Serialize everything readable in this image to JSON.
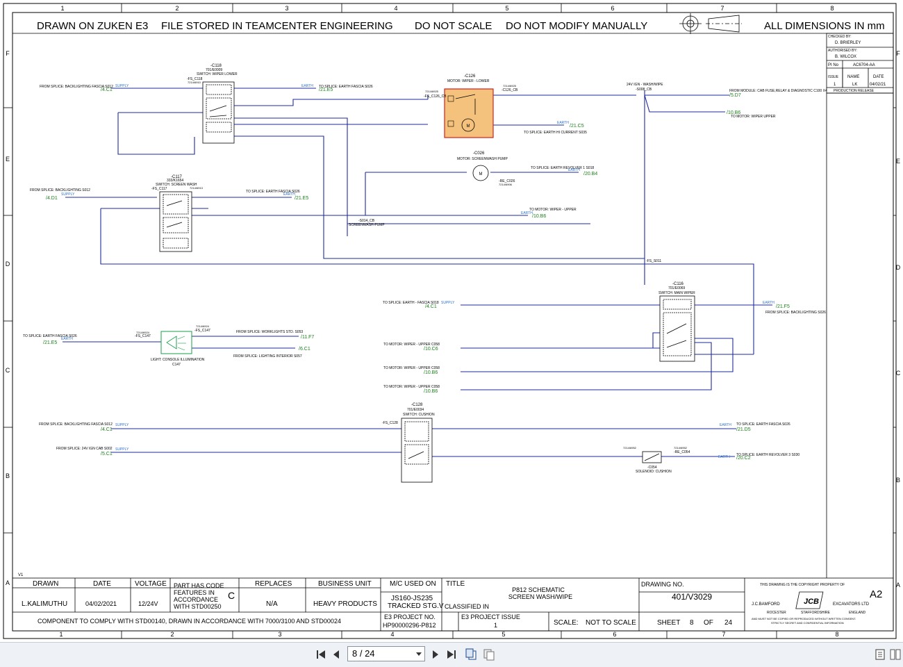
{
  "header": {
    "drawn_on": "DRAWN ON ZUKEN E3",
    "file_stored": "FILE STORED IN TEAMCENTER ENGINEERING",
    "do_not_scale": "DO NOT SCALE",
    "do_not_modify": "DO NOT MODIFY MANUALLY",
    "dimensions": "ALL DIMENSIONS IN mm"
  },
  "grid": {
    "cols": [
      "1",
      "2",
      "3",
      "4",
      "5",
      "6",
      "7",
      "8"
    ],
    "rows": [
      "F",
      "E",
      "D",
      "C",
      "B",
      "A"
    ]
  },
  "revision_box": {
    "checked_by_label": "CHECKED BY:",
    "checked_by": "D. BRIERLEY",
    "authorised_by_label": "AUTHORISED BY:",
    "authorised_by": "B. WILCOX",
    "pi_no_label": "PI No",
    "pi_no": "AC6704-AA",
    "issue_label": "ISSUE",
    "name_label": "NAME",
    "date_label": "DATE",
    "issue": "1",
    "name": "LK",
    "date": "04/02/21",
    "status": "PRODUCTION RELEASE"
  },
  "components": {
    "c118": {
      "ref": "-C118",
      "part": "701/E0009",
      "name": "SWITCH: WIPER LOWER",
      "fs": "-FS_C118",
      "pin": "7214/6910"
    },
    "c126": {
      "ref": "-C126",
      "name": "MOTOR: WIPER - LOWER",
      "fs": "-FS_C126_CB",
      "fs2": "-C126_CB",
      "pin": "7214/6925"
    },
    "c117": {
      "ref": "-C117",
      "part": "333/K1654",
      "name": "SWITCH: SCREEN WASH",
      "fs": "-FS_C117",
      "pin": "7214/6913"
    },
    "c026": {
      "ref": "-C026",
      "name": "MOTOR: SCREENWASH PUMP",
      "re": "-RE_C026",
      "pin": "7214/6906"
    },
    "c116": {
      "ref": "-C116",
      "part": "701/E0069",
      "name": "SWITCH: MAIN WIPER"
    },
    "c147": {
      "ref": "C147",
      "name": "LIGHT: CONSOLE ILLUMINATION",
      "fs": "-FS_C147",
      "pin": "7214/6924"
    },
    "c128": {
      "ref": "-C128",
      "part": "701/E0034",
      "name": "SWITCH: CUSHION",
      "fs": "-FS_C128"
    },
    "c054": {
      "ref": "-C054",
      "name": "SOLENOID: CUSHION",
      "re": "-RE_C054",
      "pin": "7214/6952"
    }
  },
  "labels": {
    "from_backlighting_fascia": "FROM SPLICE: BACKLIGHTING FASCIA S012",
    "to_earth_fascia_s026": "TO SPLICE: EARTH FASCIA S026",
    "from_backlighting_s012": "FROM SPLICE: BACKLIGHTING S012",
    "to_earth_hi_current": "TO SPLICE: EARTH HI CURRENT S035",
    "to_earth_revolver_1": "TO SPLICE: EARTH REVOLVER 1 S018",
    "to_motor_wiper_upper": "TO MOTOR: WIPER - UPPER",
    "screenwash_pump": "SCREENWASH-PUMP",
    "ign_wash_wipe": "24V IGN - WASH/WIPE",
    "from_module_cab_fuse": "FROM MODULE: CAB FUSE,RELAY & DIAGNOSTIC C100 X4",
    "to_motor_wiper_upper2": "TO MOTOR: WIPER UPPER",
    "to_earth_fascia_s018": "TO SPLICE: EARTH - FASCIA S018",
    "from_backlighting_s026": "FROM SPLICE: BACKLIGHTING S026",
    "to_earth_fascia_s026_l": "TO SPLICE: EARTH FASCIA S026",
    "from_worklights": "FROM SPLICE: WORKLIGHTS STD. S053",
    "from_lighting_interior": "FROM SPLICE: LIGHTING INTERIOR S057",
    "to_motor_wiper_c058_1": "TO MOTOR: WIPER - UPPER C058",
    "to_motor_wiper_c058_2": "TO MOTOR: WIPER - UPPER C058",
    "to_motor_wiper_c058_3": "TO MOTOR: WIPER - UPPER C058",
    "from_24v_ign_cab": "FROM SPLICE: 24V IGN CAB S002",
    "to_earth_revolver_3": "TO SPLICE: EARTH REVOLVER 3 S030",
    "to_earth_fascia_s026_b": "TO SPLICE: EARTH FASCIA S026",
    "fs_s011": "-FS_S011",
    "s008_cb": "-S008_CB",
    "s014_cb": "-S014_CB"
  },
  "refs": {
    "r4c1": "/4.C1",
    "r21e5": "/21.E5",
    "r21c5": "/21.C5",
    "r4d1": "/4.D1",
    "r20b4": "/20.B4",
    "r10b6": "/10.B6",
    "r5d7": "/5.D7",
    "r10b6b": "/10.B6",
    "r4c1b": "/4.C1",
    "r21f5": "/21.F5",
    "r21e5b": "/21.E5",
    "r11f7": "/11.F7",
    "r6c1": "/6.C1",
    "r10c6": "/10.C6",
    "r10b6c": "/10.B6",
    "r10b6d": "/10.B6",
    "r4c1c": "/4.C1",
    "r21d5": "/21.D5",
    "r5c1": "/5.C1",
    "r20c2": "/20.C2"
  },
  "signals": {
    "supply": "SUPPLY",
    "earth": "EARTH"
  },
  "motor_symbol": "M",
  "version": "V1",
  "title_block": {
    "drawn_label": "DRAWN",
    "drawn": "L.KALIMUTHU",
    "date_label": "DATE",
    "date": "04/02/2021",
    "voltage_label": "VOLTAGE",
    "voltage": "12/24V",
    "part_code_note": [
      "PART HAS CODE",
      "FEATURES IN",
      "ACCORDANCE",
      "WITH STD00250"
    ],
    "part_code_letter": "C",
    "replaces_label": "REPLACES",
    "replaces": "N/A",
    "business_unit_label": "BUSINESS UNIT",
    "business_unit": "HEAVY PRODUCTS",
    "mc_used_on_label": "M/C USED ON",
    "mc_used_on": [
      "JS160-JS235",
      "TRACKED STG.V"
    ],
    "title_label": "TITLE",
    "title_line1": "P812 SCHEMATIC",
    "title_line2": "SCREEN WASH/WIPE",
    "classified_label": "CLASSIFIED IN",
    "drawing_no_label": "DRAWING NO.",
    "drawing_no": "401/V3029",
    "copyright": "THIS DRAWING IS THE COPYRIGHT PROPERTY OF",
    "sheet_size": "A2",
    "company_left": "J.C.BAMFORD",
    "company_right": "EXCAVATORS LTD",
    "logo": "JCB",
    "town1": "ROCESTER",
    "town2": "STAFFORDSHIRE",
    "town3": "ENGLAND",
    "confidential": "AND MUST NOT BE COPIED OR REPRODUCED WITHOUT WRITTEN CONSENT.",
    "confidential2": "STRICTLY SECRET AND CONFIDENTIAL INFORMATION",
    "comply_note": "COMPONENT TO COMPLY WITH STD00140, DRAWN IN ACCORDANCE WITH 7000/3100 AND STD00024",
    "e3_project_label": "E3 PROJECT NO.",
    "e3_project": "HP90000296-P812",
    "e3_issue_label": "E3 PROJECT ISSUE",
    "e3_issue": "1",
    "scale_label": "SCALE:",
    "scale": "NOT TO SCALE",
    "sheet_label": "SHEET",
    "sheet": "8",
    "of_label": "OF",
    "of": "24"
  },
  "viewer": {
    "page_indicator": "8 / 24"
  },
  "colors": {
    "wire": "#1e2a9c",
    "link": "#1a7f1a",
    "signal": "#2a6fd6",
    "motor_fill": "#f4c27c",
    "motor_border": "#d22020",
    "toolbar_bg": "#eef1f5"
  }
}
